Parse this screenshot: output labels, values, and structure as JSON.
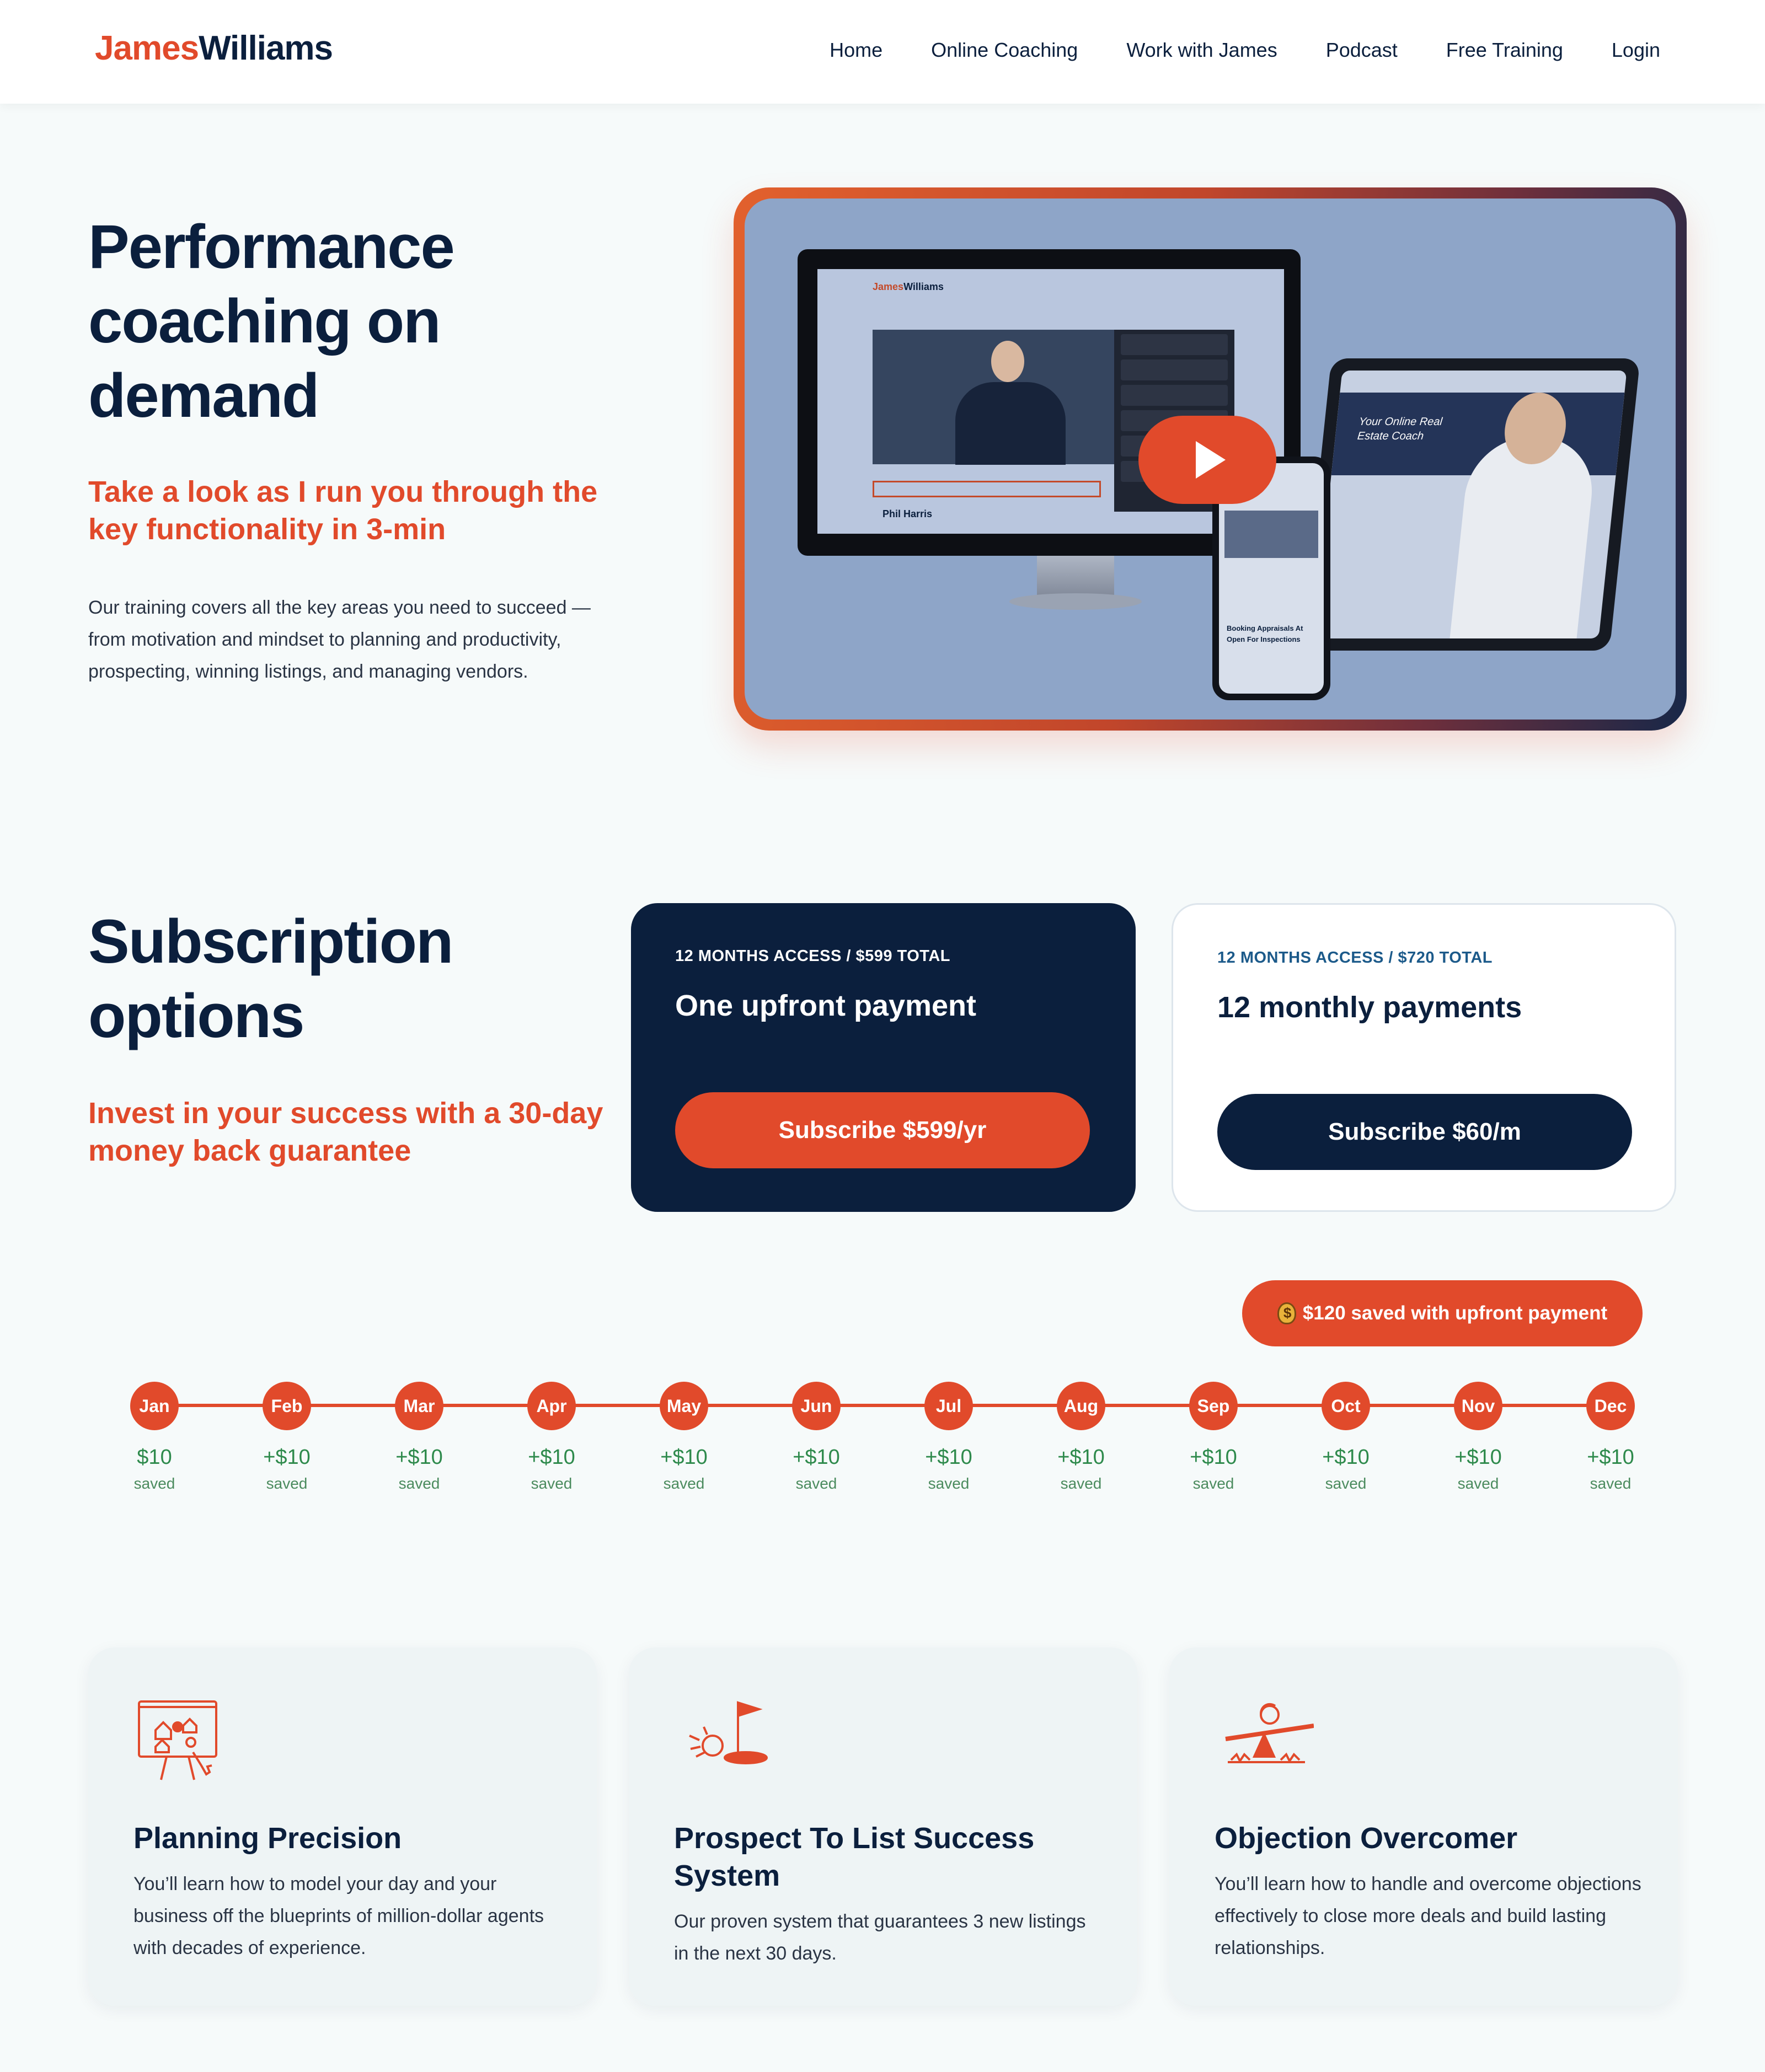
{
  "brand": {
    "first": "James",
    "last": "Williams"
  },
  "nav": [
    "Home",
    "Online Coaching",
    "Work with James",
    "Podcast",
    "Free Training",
    "Login"
  ],
  "hero": {
    "title": "Performance coaching on demand",
    "subtitle": "Take a look as I run you through the key functionality in 3-min",
    "description": "Our training covers all the key areas you need to succeed — from motivation and mindset to planning and productivity, prospecting, winning listings, and managing vendors."
  },
  "video_mock": {
    "monitor_brand_first": "James",
    "monitor_brand_last": "Williams",
    "monitor_name": "Phil Harris",
    "tablet_headline": "Your Online Real Estate Coach",
    "phone_text": "Booking Appraisals At Open For Inspections"
  },
  "subscription": {
    "title": "Subscription options",
    "subtitle": "Invest in your success with a 30-day money back guarantee",
    "plans": [
      {
        "kicker": "12 MONTHS ACCESS / $599 TOTAL",
        "name": "One upfront payment",
        "button": "Subscribe $599/yr"
      },
      {
        "kicker": "12 MONTHS ACCESS / $720 TOTAL",
        "name": "12 monthly payments",
        "button": "Subscribe $60/m"
      }
    ]
  },
  "savings": {
    "badge": "$120 saved with upfront payment",
    "months": [
      {
        "label": "Jan",
        "amount": "$10",
        "note": "saved"
      },
      {
        "label": "Feb",
        "amount": "+$10",
        "note": "saved"
      },
      {
        "label": "Mar",
        "amount": "+$10",
        "note": "saved"
      },
      {
        "label": "Apr",
        "amount": "+$10",
        "note": "saved"
      },
      {
        "label": "May",
        "amount": "+$10",
        "note": "saved"
      },
      {
        "label": "Jun",
        "amount": "+$10",
        "note": "saved"
      },
      {
        "label": "Jul",
        "amount": "+$10",
        "note": "saved"
      },
      {
        "label": "Aug",
        "amount": "+$10",
        "note": "saved"
      },
      {
        "label": "Sep",
        "amount": "+$10",
        "note": "saved"
      },
      {
        "label": "Oct",
        "amount": "+$10",
        "note": "saved"
      },
      {
        "label": "Nov",
        "amount": "+$10",
        "note": "saved"
      },
      {
        "label": "Dec",
        "amount": "+$10",
        "note": "saved"
      }
    ]
  },
  "features": [
    {
      "icon": "planning-board-icon",
      "title": "Planning Precision",
      "desc": "You’ll learn how to model your day and your business off the blueprints of million-dollar agents with decades of experience."
    },
    {
      "icon": "golf-flag-icon",
      "title": "Prospect To List Success System",
      "desc": "Our proven system that guarantees 3 new listings in the next 30 days."
    },
    {
      "icon": "seesaw-icon",
      "title": "Objection Overcomer",
      "desc": "You’ll learn how to handle and overcome objections effectively to close more deals and build lasting relationships."
    }
  ],
  "colors": {
    "accent": "#e14a2b",
    "navy": "#0b1f3d",
    "savings_green": "#2e8a4c",
    "background": "#f6fafa"
  }
}
